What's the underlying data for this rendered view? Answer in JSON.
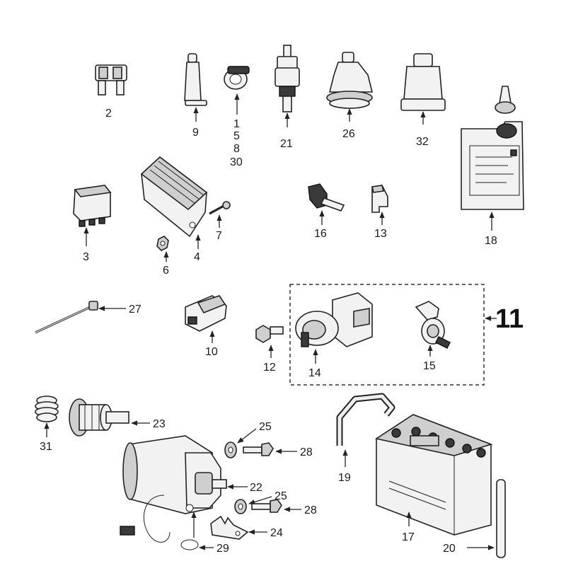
{
  "diagram": {
    "group_label": "11",
    "labels": {
      "p1": "1",
      "p5": "5",
      "p8": "8",
      "p30": "30",
      "p2": "2",
      "p3": "3",
      "p4": "4",
      "p6": "6",
      "p7": "7",
      "p9": "9",
      "p10": "10",
      "p12": "12",
      "p13": "13",
      "p14": "14",
      "p15": "15",
      "p16": "16",
      "p17": "17",
      "p18": "18",
      "p19": "19",
      "p20": "20",
      "p21": "21",
      "p22": "22",
      "p23": "23",
      "p24": "24",
      "p25a": "25",
      "p25b": "25",
      "p26": "26",
      "p27": "27",
      "p28a": "28",
      "p28b": "28",
      "p29": "29",
      "p31": "31",
      "p32": "32"
    }
  }
}
